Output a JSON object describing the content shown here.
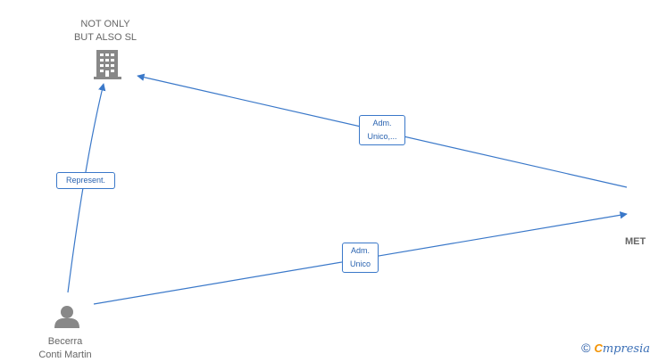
{
  "nodes": {
    "company": {
      "label": "NOT ONLY\nBUT ALSO  SL",
      "icon": "building-icon"
    },
    "met": {
      "label": "MET",
      "icon": "building-icon"
    },
    "person": {
      "label": "Becerra\nConti Martin",
      "icon": "person-icon"
    }
  },
  "edges": {
    "adm_unico_top": "Adm.\nUnico,...",
    "represent": "Represent.",
    "adm_unico_bottom": "Adm.\nUnico"
  },
  "watermark": {
    "copyright": "©",
    "brand_e": "C",
    "brand_rest": "mpresia"
  },
  "colors": {
    "edge": "#3a78c9",
    "node_icon": "#888888",
    "label": "#666666"
  }
}
